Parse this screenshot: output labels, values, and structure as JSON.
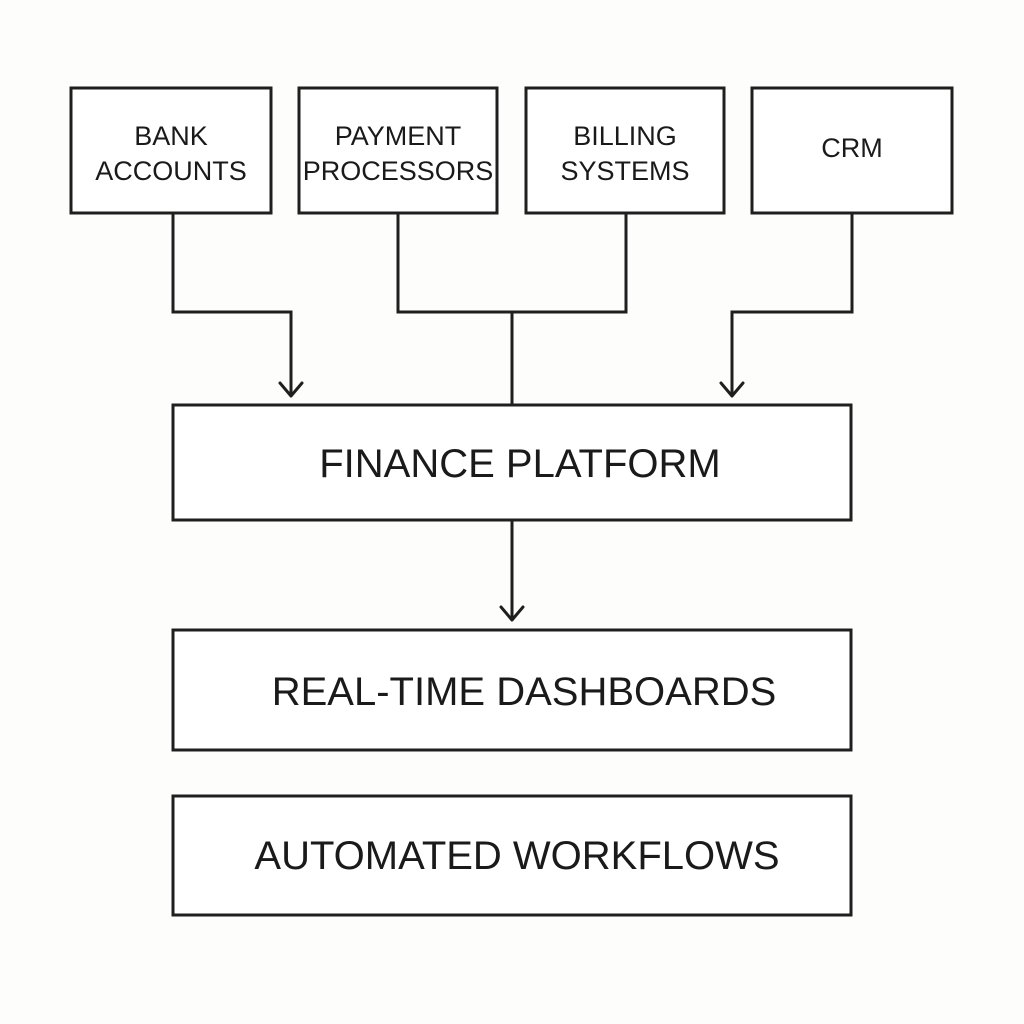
{
  "sources": [
    {
      "id": "bank-accounts",
      "lines": [
        "BANK",
        "ACCOUNTS"
      ]
    },
    {
      "id": "payment-processors",
      "lines": [
        "PAYMENT",
        "PROCESSORS"
      ]
    },
    {
      "id": "billing-systems",
      "lines": [
        "BILLING",
        "SYSTEMS"
      ]
    },
    {
      "id": "crm",
      "lines": [
        "CRM"
      ]
    }
  ],
  "platform": {
    "label": "FINANCE PLATFORM"
  },
  "outputs": [
    {
      "id": "real-time-dashboards",
      "label": "REAL-TIME DASHBOARDS"
    },
    {
      "id": "automated-workflows",
      "label": "AUTOMATED WORKFLOWS"
    }
  ],
  "colors": {
    "stroke": "#1f1f1f",
    "text": "#1a1a1a",
    "background": "#fdfdfc"
  }
}
